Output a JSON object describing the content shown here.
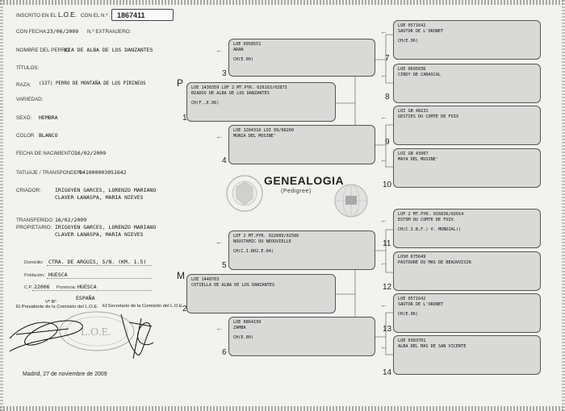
{
  "header": {
    "inscrito_label": "INSCRITO EN EL",
    "loe": "L.O.E.",
    "num_label": "CON EL N.º",
    "registration_number": "1867411",
    "fecha_label": "CON FECHA:",
    "fecha": "23/06/2009",
    "extranjero_label": "N.º EXTRANJERO:"
  },
  "dog": {
    "nombre_label": "NOMBRE DEL PERRO:",
    "nombre": "KIA DE ALBA DE LOS DANZANTES",
    "titulos_label": "TÍTULOS:",
    "raza_label": "RAZA:",
    "raza": "(137) PERRO DE MONTAÑA DE LOS PIRINEOS",
    "variedad_label": "VARIEDAD:",
    "sexo_label": "SEXO:",
    "sexo": "HEMBRA",
    "color_label": "COLOR",
    "color": "BLANCO",
    "nacimiento_label": "FECHA DE NACIMIENTO:",
    "nacimiento": "16/02/2009",
    "tatuaje_label": "TATUAJE / TRANSPONDER:",
    "tatuaje": "941000003051642",
    "criador_label": "CRIADOR:",
    "criador_1": "IRIGOYEN GARCES, LORENZO MARIANO",
    "criador_2": "CLAVER LANASPA, MARIA NIEVES"
  },
  "owner": {
    "transferido_label": "TRANSFERIDO:",
    "transferido": "16/02/2009",
    "propietario_label": "PROPIETARIO:",
    "propietario_1": "IRIGOYEN GARCES, LORENZO MARIANO",
    "propietario_2": "CLAVER LANASPA, MARIA NIEVES",
    "domicilio_label": "Domicilio:",
    "domicilio": "CTRA. DE ARGUIS, S/N. (KM. 1.5)",
    "poblacion_label": "Población:",
    "poblacion": "HUESCA",
    "cp_label": "C.P.",
    "cp": "22006",
    "provincia_label": "Provincia:",
    "provincia": "HUESCA",
    "pais": "ESPAÑA"
  },
  "signatures": {
    "vb": "Vº Bº",
    "presidente": "El Presidente de la Comisión del L.O.E.",
    "secretario": "El Secretario de la Comisión del L.O.E.",
    "lugar_fecha": "Madrid,  27 de noviembre de 2009"
  },
  "title": {
    "main": "GENEALOGIA",
    "sub": "(Pedigree)",
    "p": "P",
    "m": "M"
  },
  "pedigree": [
    {
      "n": "1",
      "lines": [
        "LOE 1430359   LOF 2 MT.PYR. 026163/02873",
        "BIADOS DE ALBA DE LOS DANZANTES",
        "",
        "CH(F.,E.06)"
      ]
    },
    {
      "n": "2",
      "lines": [
        "LOE 1448703",
        "COTIELLA DE ALBA DE LOS DANZANTES"
      ]
    },
    {
      "n": "3",
      "lines": [
        "LOE 0958551",
        "ARAN",
        "",
        "CH(E.00)"
      ]
    },
    {
      "n": "4",
      "lines": [
        "LOE 1204316   LOI 99/88260",
        "MUNIA DEL MUSINE'"
      ]
    },
    {
      "n": "5",
      "lines": [
        "LOF 2 MT.PYR. 022689/02586",
        "NOUSTAMIC DU NEOUVIELLE",
        "",
        "CH(C.I.B02,E.04)"
      ]
    },
    {
      "n": "6",
      "lines": [
        "LOE 0864199",
        "ZAMBA",
        "",
        "CH(E.00)"
      ]
    },
    {
      "n": "7",
      "lines": [
        "LOE 0571642",
        "SAUTOR DE L'ORONET",
        "",
        "CH(E.96)"
      ]
    },
    {
      "n": "8",
      "lines": [
        "LOE 0695036",
        "CINDY DE CARASCAL"
      ]
    },
    {
      "n": "9",
      "lines": [
        "LOI GB 48231",
        "GESTIES DU COMTE DE FOIX"
      ]
    },
    {
      "n": "10",
      "lines": [
        "LOI GB 43907",
        "MAYA DEL MUSINE'"
      ]
    },
    {
      "n": "11",
      "lines": [
        "LOF 2 MT.PYR. 016836/02014",
        "ESTOM DU COMTE DE FOIX",
        "",
        "CH(C.I.B,F.) V. MUNDIAL()"
      ]
    },
    {
      "n": "12",
      "lines": [
        "LOSH 675649",
        "PASTOURE DU MAS DE BEAUVOISIN"
      ]
    },
    {
      "n": "13",
      "lines": [
        "LOE 0571642",
        "SAUTOR DE L'ORONET",
        "",
        "CH(E.96)"
      ]
    },
    {
      "n": "14",
      "lines": [
        "LOE 0383701",
        "ALBA DEL MAS DE SAN VICENTE"
      ]
    }
  ],
  "colors": {
    "box": "#d9d9d7",
    "border": "#555555",
    "paper": "#f2f2ef"
  }
}
